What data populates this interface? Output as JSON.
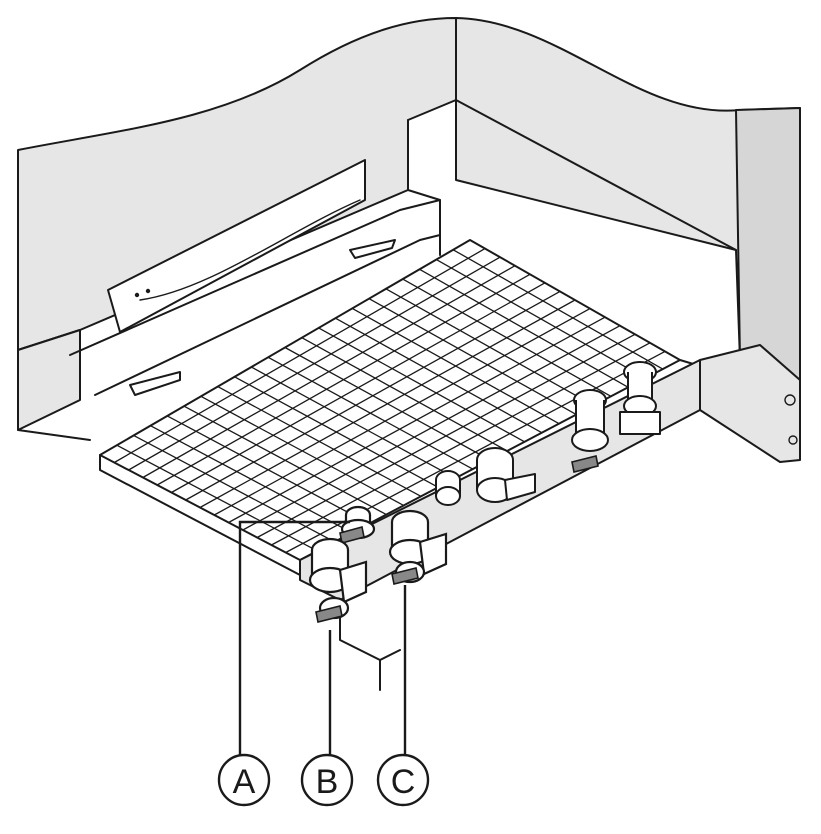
{
  "callouts": [
    {
      "id": "A",
      "label": "A"
    },
    {
      "id": "B",
      "label": "B"
    },
    {
      "id": "C",
      "label": "C"
    }
  ],
  "colors": {
    "line": "#1a1a1a",
    "housing_fill": "#e6e6e6",
    "handle_fill": "#888888",
    "background": "#ffffff"
  }
}
